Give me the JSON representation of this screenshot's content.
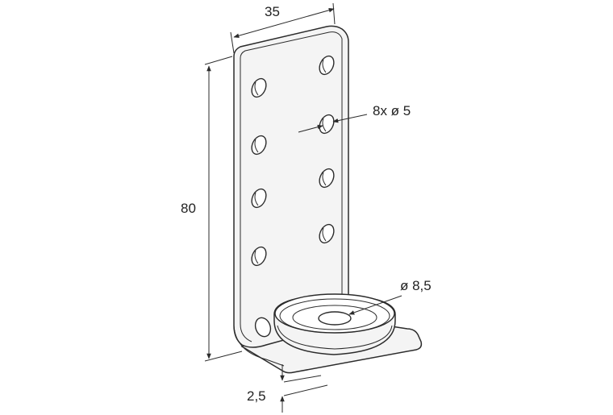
{
  "drawing": {
    "dimensions": {
      "width": "35",
      "height": "80",
      "holes": "8x ø 5",
      "large_hole": "ø 8,5",
      "thickness": "2,5"
    }
  }
}
